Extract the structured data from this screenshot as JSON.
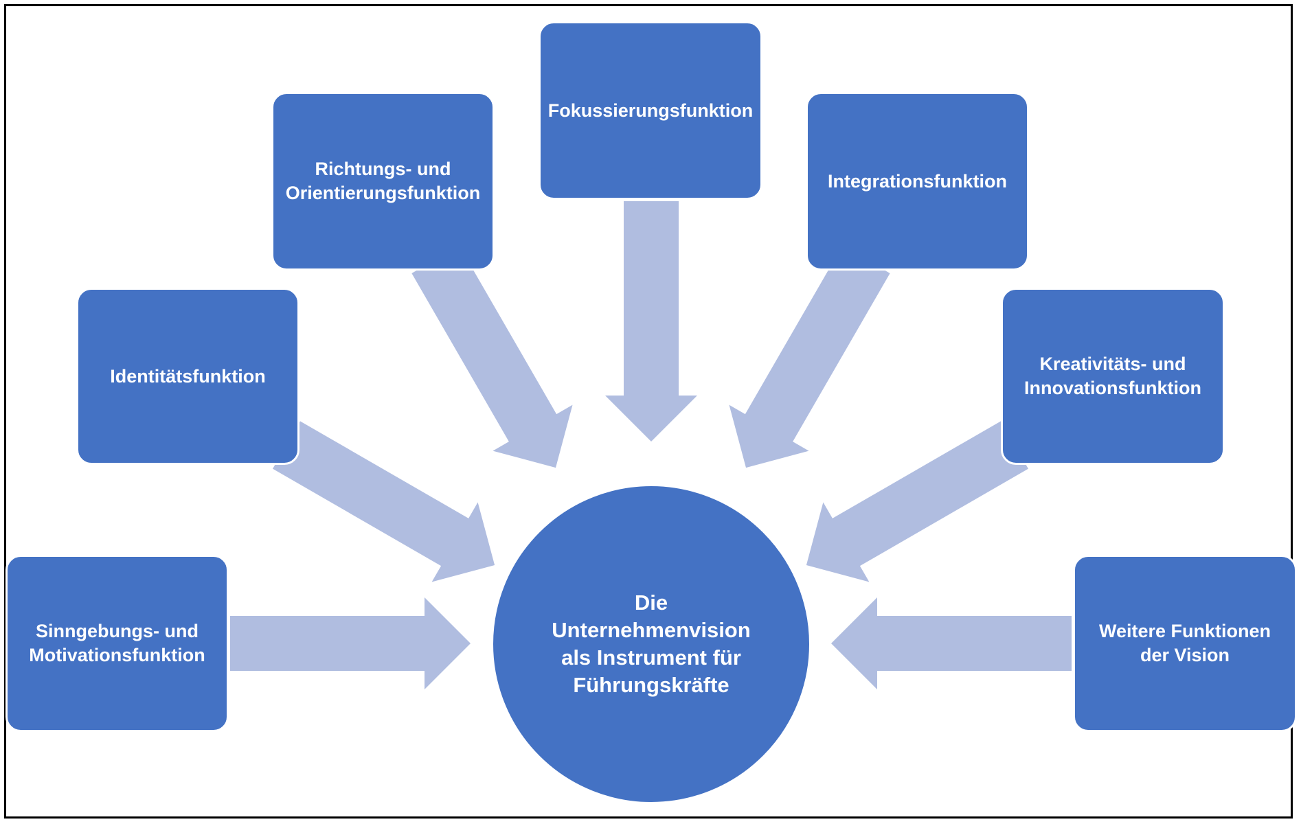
{
  "colors": {
    "box_fill": "#4472c4",
    "arrow_fill": "#b0bde0",
    "text": "#ffffff",
    "border": "#000000"
  },
  "center": {
    "label": "Die\nUnternehmenvision\nals Instrument für\nFührungskräfte"
  },
  "functions": [
    {
      "label": "Sinngebungs- und\nMotivationsfunktion"
    },
    {
      "label": "Identitätsfunktion"
    },
    {
      "label": "Richtungs- und\nOrientierungsfunktion"
    },
    {
      "label": "Fokussierungsfunktion"
    },
    {
      "label": "Integrationsfunktion"
    },
    {
      "label": "Kreativitäts- und\nInnovationsfunktion"
    },
    {
      "label": "Weitere Funktionen\nder Vision"
    }
  ]
}
